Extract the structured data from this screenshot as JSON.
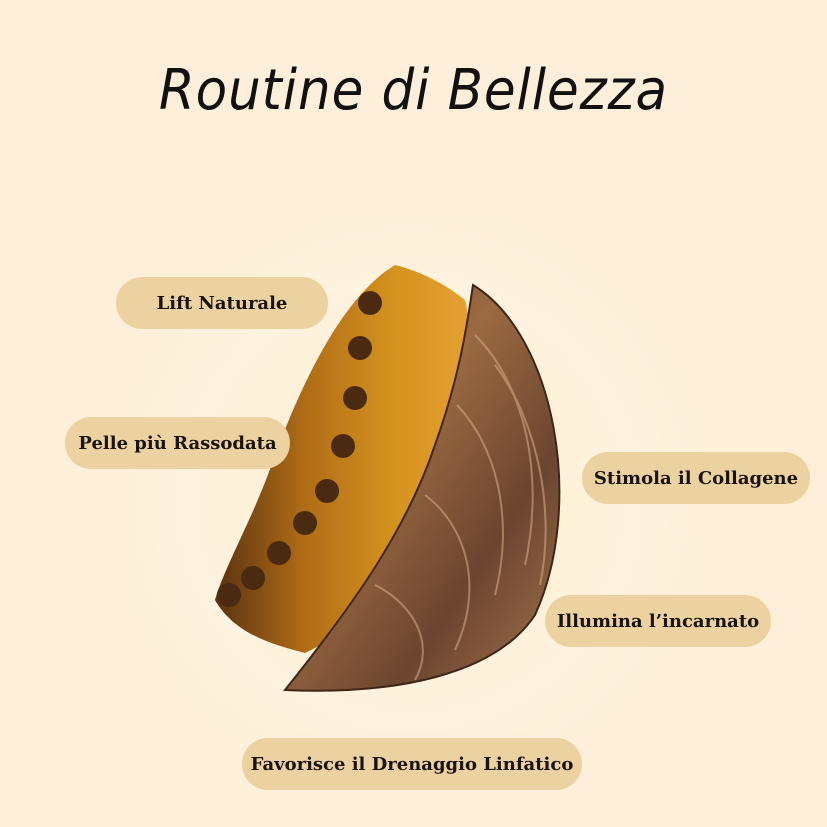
{
  "title": "Routine di Bellezza",
  "labels": {
    "lift": "Lift Naturale",
    "pelle": "Pelle più Rassodata",
    "stimola": "Stimola il Collagene",
    "illumina": "Illumina l’incarnato",
    "favorisce": "Favorisce il Drenaggio Linfatico"
  },
  "colors": {
    "background": "#fdefd9",
    "pill": "#ecd2a0",
    "bristles": "#c8821a",
    "wood": "#8a5a36"
  },
  "image": "curved-makeup-brush-wood-handle"
}
